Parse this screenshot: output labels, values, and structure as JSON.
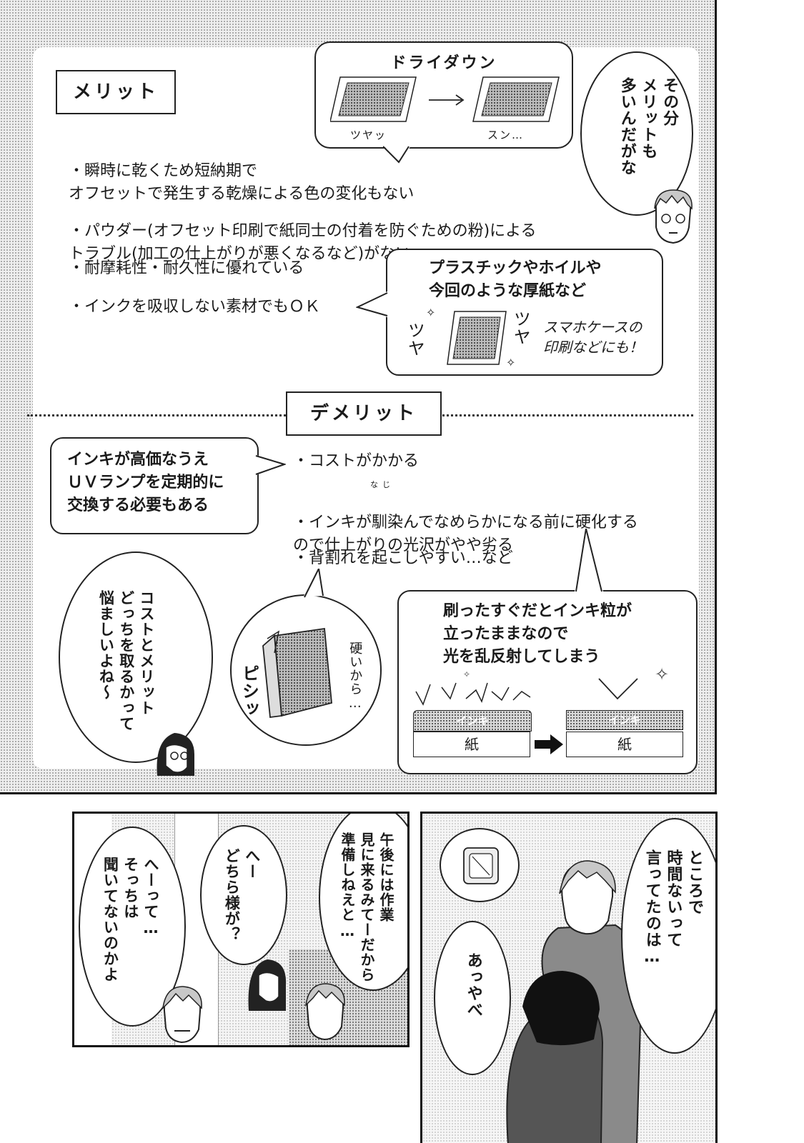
{
  "top_panel": {
    "merit_label": "メリット",
    "merit_items": [
      "・瞬時に乾くため短納期で\nオフセットで発生する乾燥による色の変化もない",
      "・パウダー(オフセット印刷で紙同士の付着を防ぐための粉)による\nトラブル(加工の仕上がりが悪くなるなど)がない",
      "・耐摩耗性・耐久性に優れている",
      "・インクを吸収しない素材でもＯＫ"
    ],
    "drydown": {
      "title": "ドライダウン",
      "before": "ツヤッ",
      "after": "スン…"
    },
    "speech_merit": "その分\nメリットも\n多いんだがな",
    "materials_bubble": {
      "text": "プラスチックやホイルや\n今回のような厚紙など",
      "sfx_left": "ツヤ",
      "sfx_right": "ツヤ",
      "handwritten": "スマホケースの\n印刷などにも！"
    },
    "demerit_label": "デメリット",
    "cost_bubble": "インキが高価なうえ\nＵＶランプを定期的に\n交換する必要もある",
    "demerit_items": [
      "・コストがかかる",
      "・インキが馴染んでなめらかになる前に硬化する\nので仕上がりの光沢がやや劣る",
      "・背割れを起こしやすい…など"
    ],
    "furigana": "なじ",
    "speech_cost": "コストとメリット\nどっちを取るかって\n悩ましいよね〜",
    "book_bubble": {
      "sfx": "ピシッ",
      "text": "硬いから…"
    },
    "ink_diagram": {
      "text": "刷ったすぐだとインキ粒が\n立ったままなので\n光を乱反射してしまう",
      "ink_label": "インキ",
      "paper_label": "紙"
    }
  },
  "bottom_left_panel": {
    "speech_1": "午後には作業\n見に来るみてーだから\n準備しねえと…",
    "speech_2": "へー\nどちら様が？",
    "speech_3": "へーって…\nそっちは\n聞いてないのかよ"
  },
  "bottom_right_panel": {
    "speech_1": "ところで\n時間ないって\n言ってたのは…",
    "speech_2": "あっやべ"
  }
}
